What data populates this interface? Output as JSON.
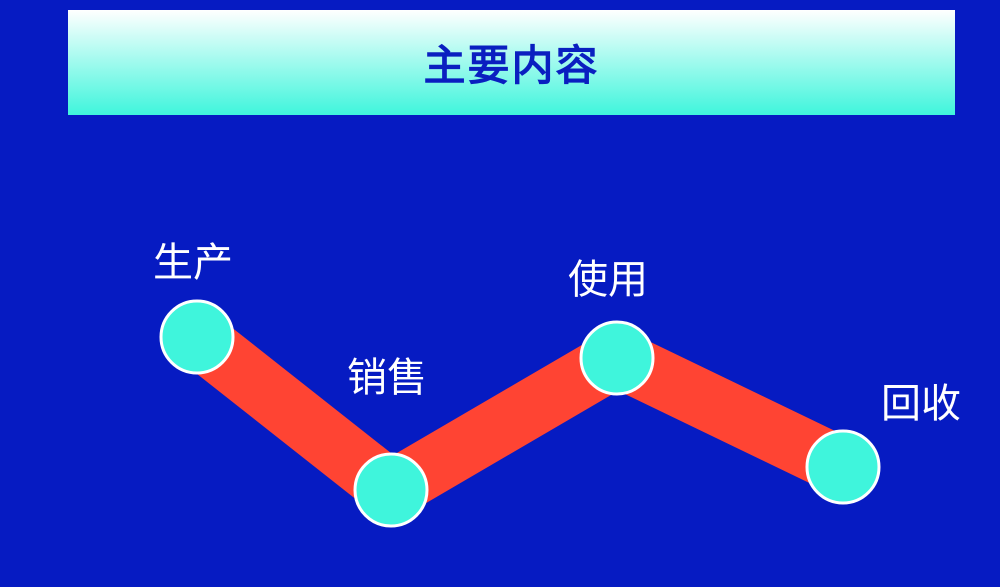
{
  "title": "主要内容",
  "stages": [
    {
      "label": "生产"
    },
    {
      "label": "销售"
    },
    {
      "label": "使用"
    },
    {
      "label": "回收"
    }
  ],
  "colors": {
    "background": "#061bc2",
    "connector": "#ff4433",
    "node": "#3ff5dc",
    "node_border": "#ffffff",
    "title": "#0a1fc0"
  }
}
